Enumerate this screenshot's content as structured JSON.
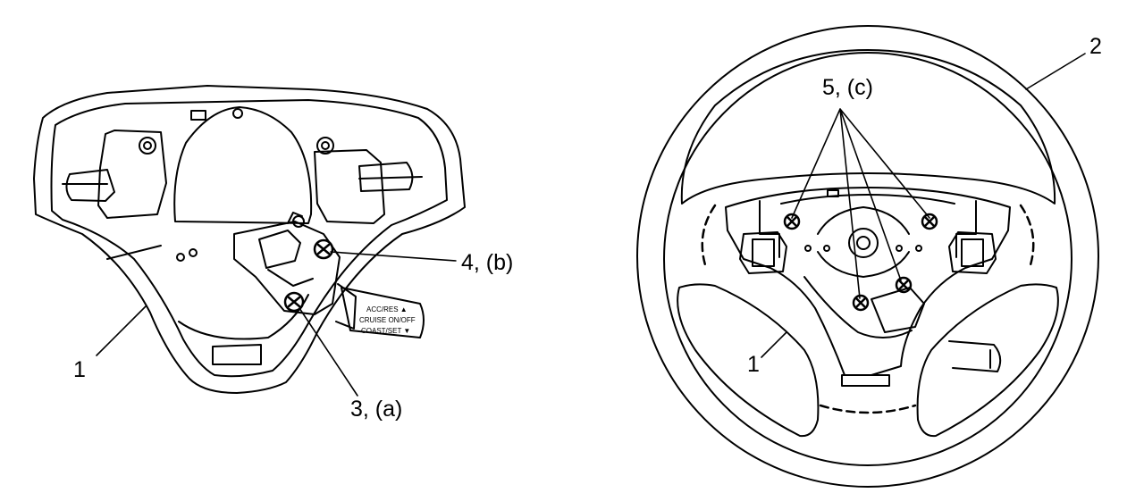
{
  "figure": {
    "left_view": {
      "callouts": {
        "airbag_module": "1",
        "fastener_3a": "3, (a)",
        "fastener_4b": "4, (b)"
      },
      "switch_labels": [
        "ACC/RES ▲",
        "CRUISE ON/OFF",
        "COAST/SET ▼"
      ]
    },
    "right_view": {
      "callouts": {
        "airbag_module": "1",
        "steering_wheel": "2",
        "fasteners_5c": "5, (c)"
      }
    }
  }
}
